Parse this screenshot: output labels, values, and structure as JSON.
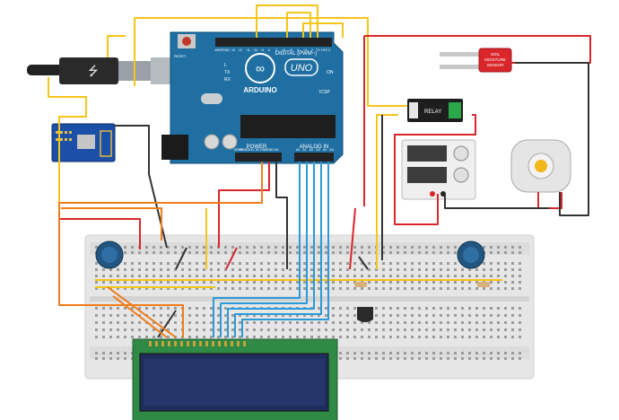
{
  "arduino": {
    "brand": "ARDUINO",
    "model": "UNO",
    "digital_header": "DIGITAL (PWM~)",
    "power_label": "POWER",
    "analog_label": "ANALOG IN",
    "reset_label": "RESET",
    "icsp_label": "ICSP",
    "led_labels": [
      "L",
      "TX",
      "RX"
    ],
    "on_label": "ON",
    "analog_pins": [
      "A0",
      "A1",
      "A2",
      "A3",
      "A4",
      "A5"
    ],
    "power_pins": [
      "IOREF",
      "RESET",
      "3.3V",
      "5V",
      "GND",
      "GND",
      "Vin"
    ],
    "digital_pins": [
      "AREF",
      "GND",
      "13",
      "12",
      "~11",
      "~10",
      "~9",
      "8",
      "7",
      "~6",
      "~5",
      "4",
      "~3",
      "2",
      "TX 1",
      "RX 0"
    ]
  },
  "relay": {
    "label": "RELAY"
  },
  "soil_sensor": {
    "label_line1": "SOIL",
    "label_line2": "MOISTURE",
    "label_line3": "SENSOR"
  },
  "colors": {
    "wire_yellow": "#f5c518",
    "wire_red": "#d9262b",
    "wire_black": "#333333",
    "wire_orange": "#ef7d1a",
    "wire_blue": "#2a9ad8",
    "board_blue": "#1f6fa3",
    "breadboard": "#e9e9e9",
    "lcd_green": "#1f7a3a",
    "lcd_screen": "#22315f"
  }
}
